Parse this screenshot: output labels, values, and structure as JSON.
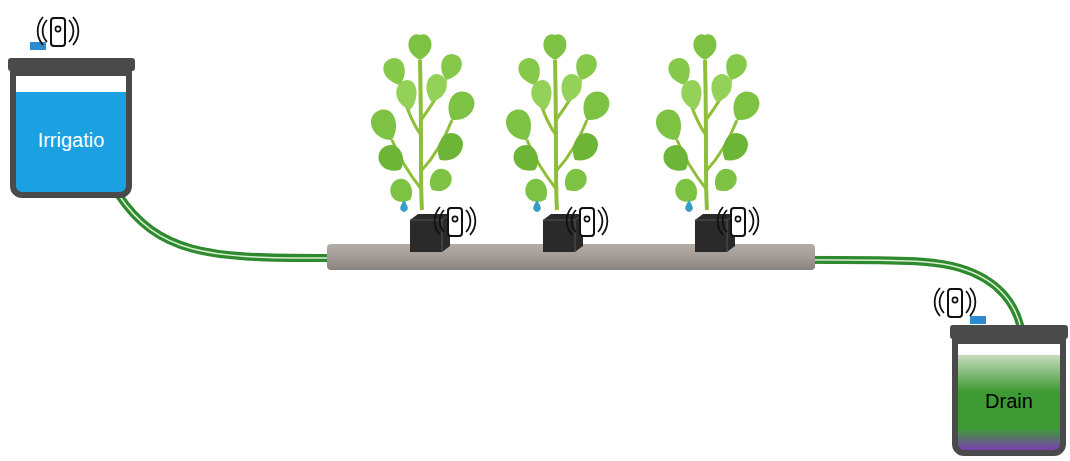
{
  "diagram": {
    "nodes": [
      {
        "text": [
          "Irrigatio"
        ]
      },
      {
        "text": [
          "Drain"
        ]
      }
    ],
    "edges": [
      {
        "from": 0,
        "to": 1,
        "arrow": "none"
      }
    ]
  }
}
